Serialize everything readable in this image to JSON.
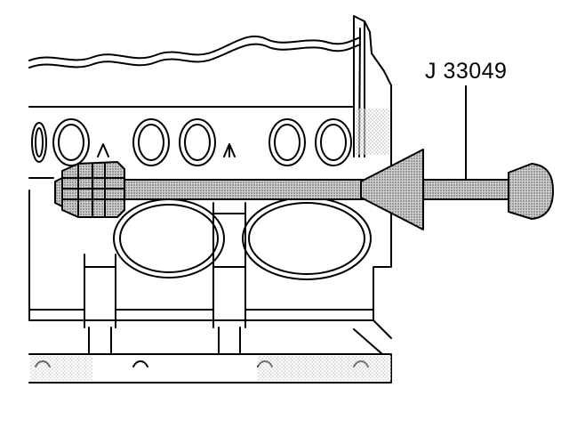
{
  "callout": {
    "tool_id": "J 33049"
  },
  "colors": {
    "line": "#000000",
    "background": "#ffffff",
    "tool_fill": "#d9d9d9",
    "stipple": "#bdbdbd"
  },
  "icons": {
    "tool": "camshaft-bearing-remover-installer",
    "part": "engine-block-cross-section"
  }
}
